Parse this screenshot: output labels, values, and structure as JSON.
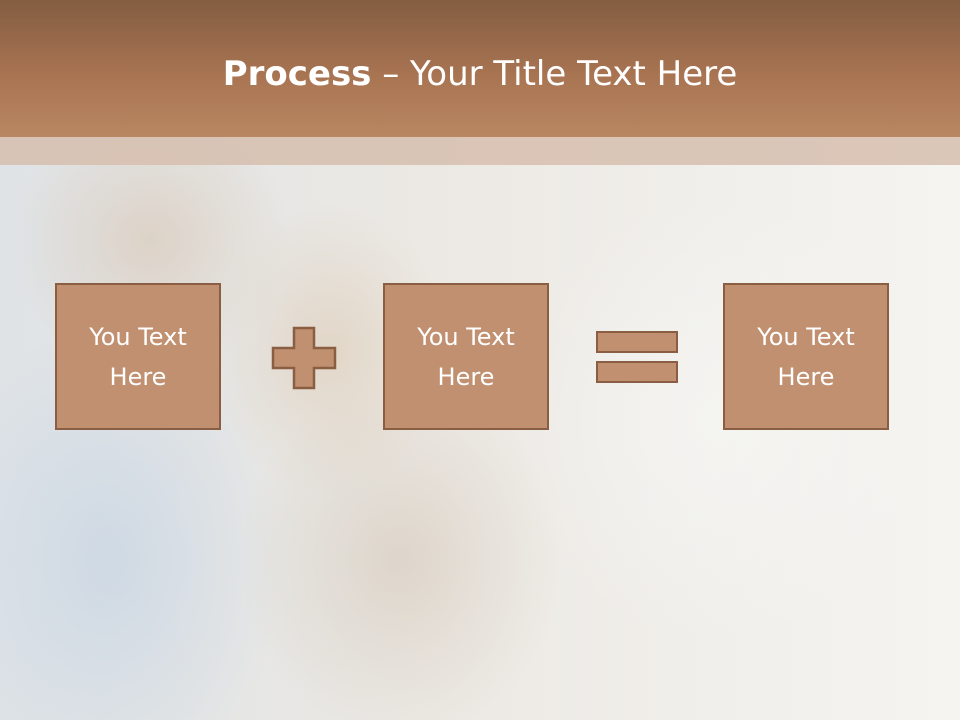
{
  "slide": {
    "title_bold": "Process",
    "title_rest": " – Your Title Text Here"
  },
  "process": {
    "steps": [
      {
        "text": "You Text Here"
      },
      {
        "text": "You Text Here"
      },
      {
        "text": "You Text Here"
      }
    ],
    "operators": [
      "plus-icon",
      "equals-icon"
    ]
  },
  "colors": {
    "header": "#a87452",
    "box_fill": "#c09070",
    "box_border": "#8a5e42",
    "text": "#ffffff"
  }
}
